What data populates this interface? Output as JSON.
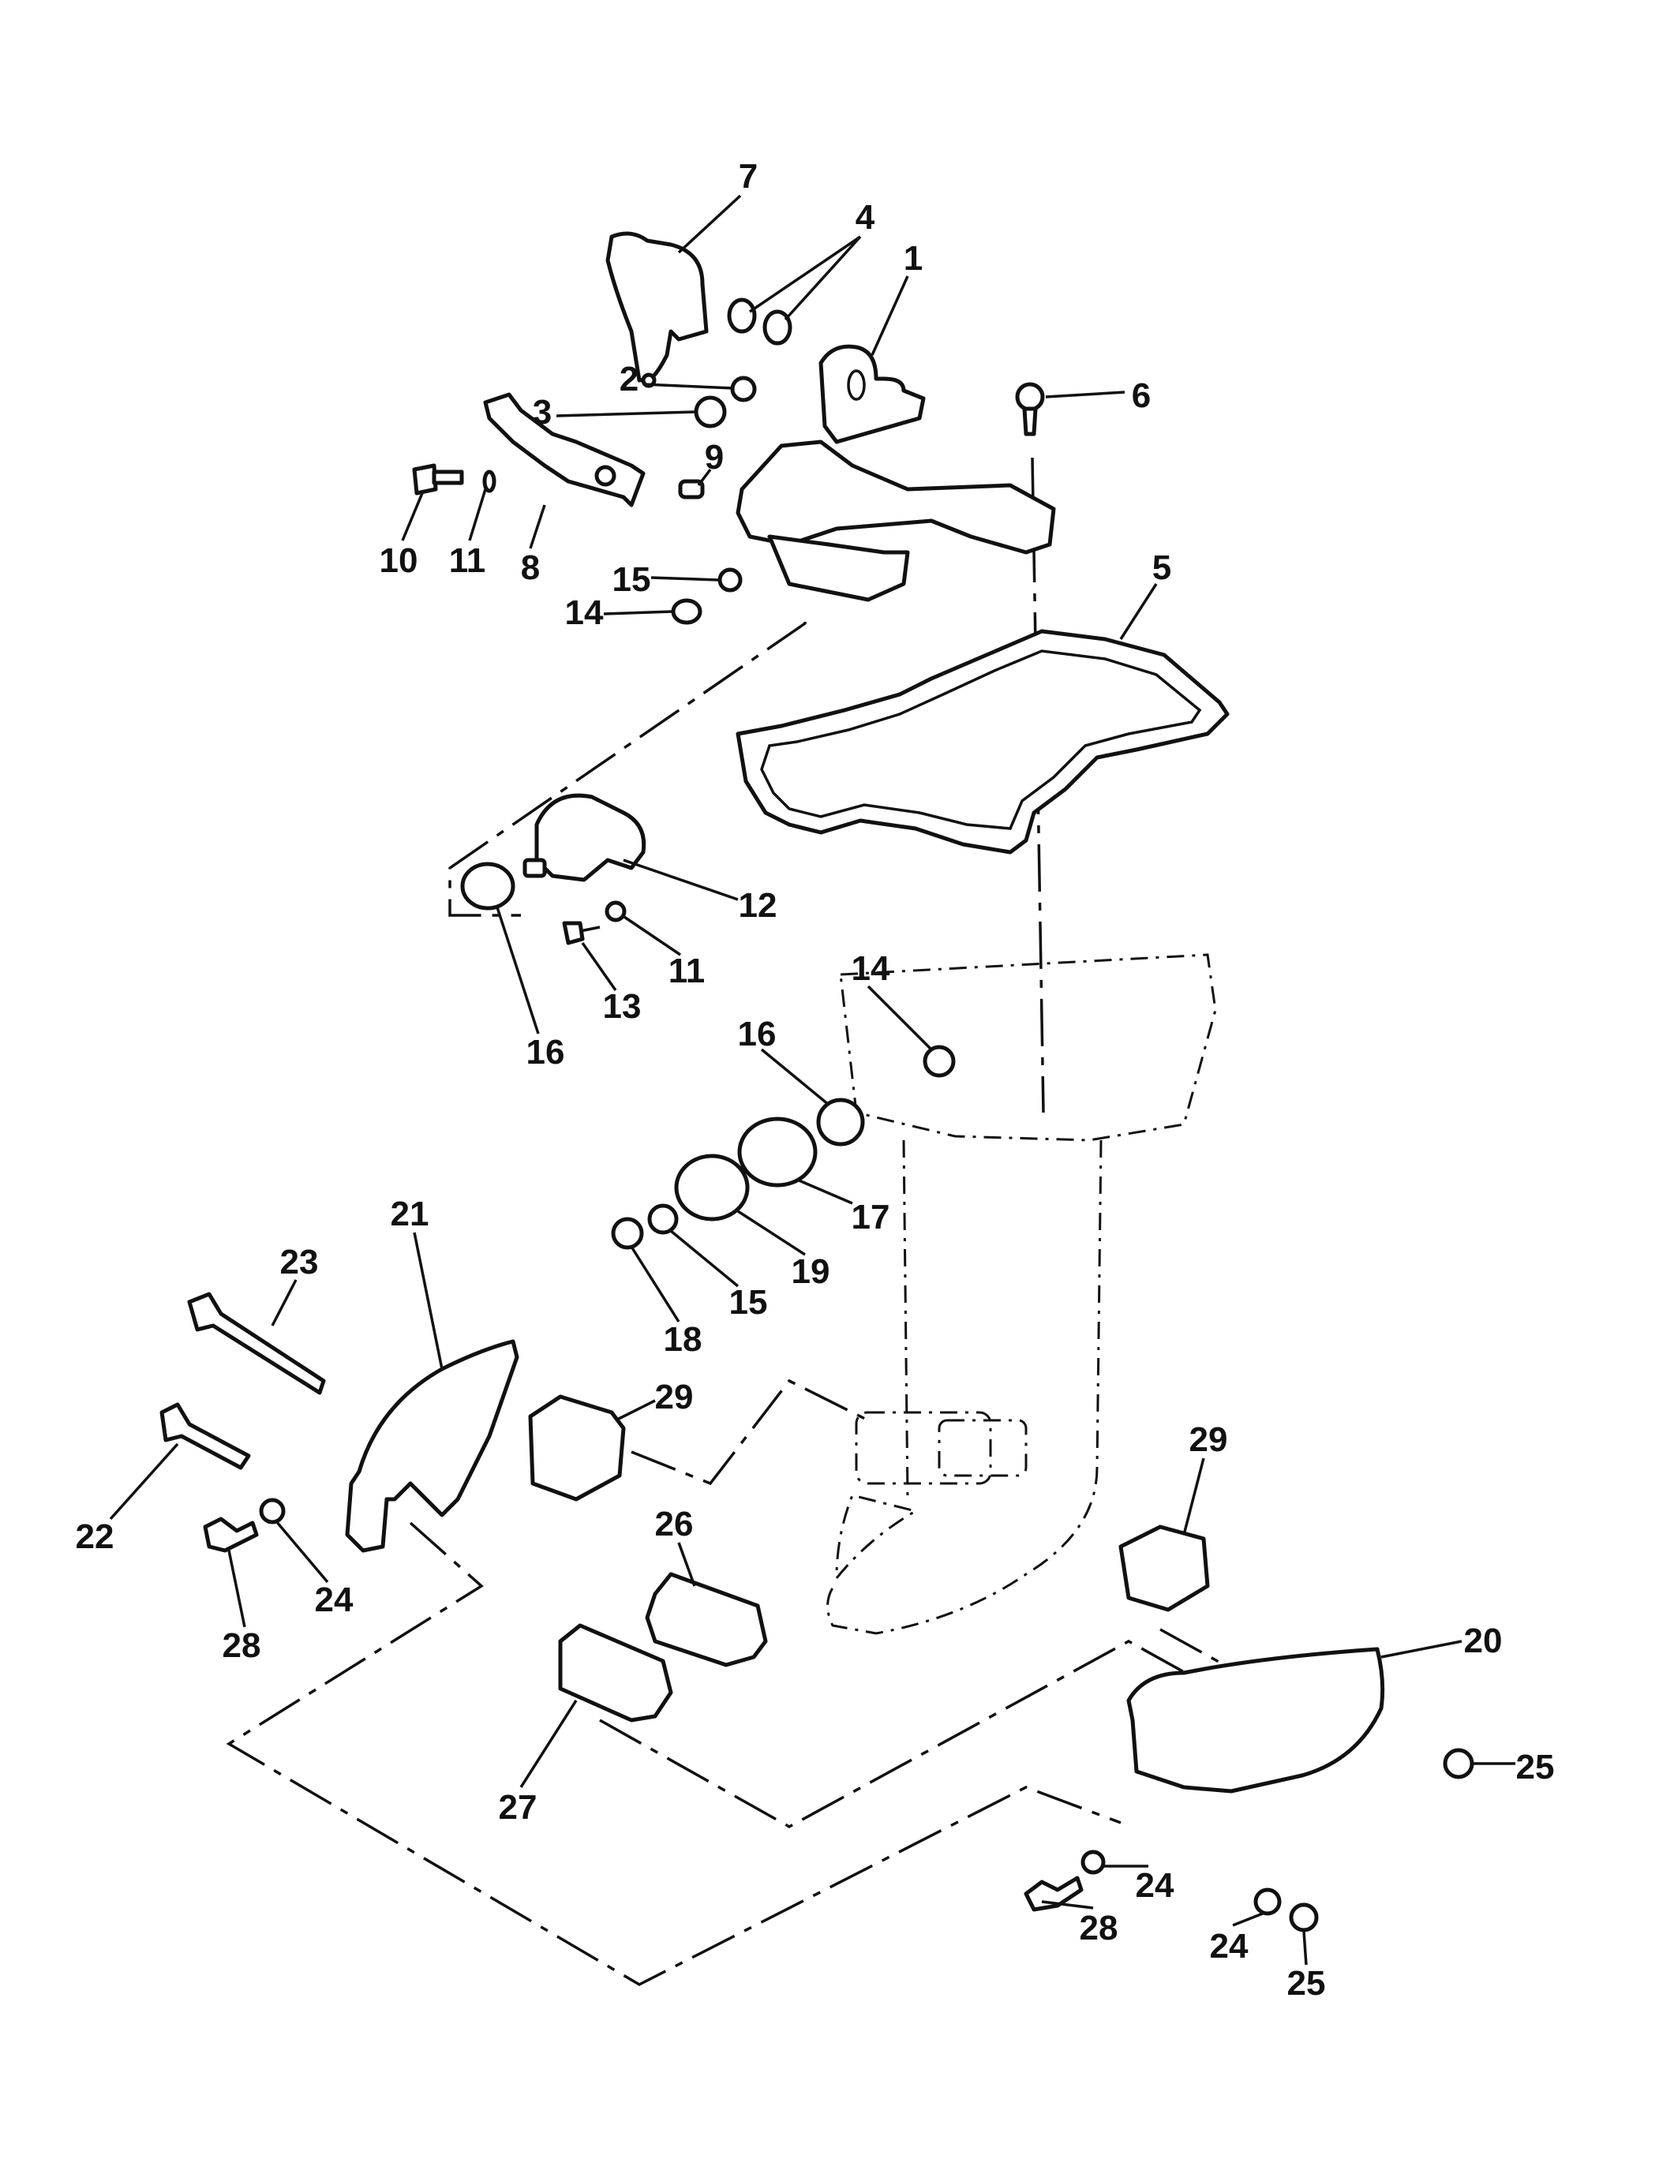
{
  "diagram": {
    "type": "exploded-parts-diagram",
    "background_color": "#ffffff",
    "line_color": "#111111",
    "callouts": [
      {
        "id": "c7",
        "label": "7"
      },
      {
        "id": "c4",
        "label": "4"
      },
      {
        "id": "c1",
        "label": "1"
      },
      {
        "id": "c2",
        "label": "2"
      },
      {
        "id": "c3",
        "label": "3"
      },
      {
        "id": "c6",
        "label": "6"
      },
      {
        "id": "c9",
        "label": "9"
      },
      {
        "id": "c10",
        "label": "10"
      },
      {
        "id": "c11a",
        "label": "11"
      },
      {
        "id": "c8",
        "label": "8"
      },
      {
        "id": "c15a",
        "label": "15"
      },
      {
        "id": "c14a",
        "label": "14"
      },
      {
        "id": "c5",
        "label": "5"
      },
      {
        "id": "c12",
        "label": "12"
      },
      {
        "id": "c11b",
        "label": "11"
      },
      {
        "id": "c13",
        "label": "13"
      },
      {
        "id": "c16a",
        "label": "16"
      },
      {
        "id": "c14b",
        "label": "14"
      },
      {
        "id": "c16b",
        "label": "16"
      },
      {
        "id": "c17",
        "label": "17"
      },
      {
        "id": "c19",
        "label": "19"
      },
      {
        "id": "c15b",
        "label": "15"
      },
      {
        "id": "c18",
        "label": "18"
      },
      {
        "id": "c21",
        "label": "21"
      },
      {
        "id": "c23",
        "label": "23"
      },
      {
        "id": "c29a",
        "label": "29"
      },
      {
        "id": "c22",
        "label": "22"
      },
      {
        "id": "c24a",
        "label": "24"
      },
      {
        "id": "c28a",
        "label": "28"
      },
      {
        "id": "c26",
        "label": "26"
      },
      {
        "id": "c29b",
        "label": "29"
      },
      {
        "id": "c20",
        "label": "20"
      },
      {
        "id": "c25a",
        "label": "25"
      },
      {
        "id": "c27",
        "label": "27"
      },
      {
        "id": "c24b",
        "label": "24"
      },
      {
        "id": "c28b",
        "label": "28"
      },
      {
        "id": "c24c",
        "label": "24"
      },
      {
        "id": "c25b",
        "label": "25"
      }
    ]
  }
}
